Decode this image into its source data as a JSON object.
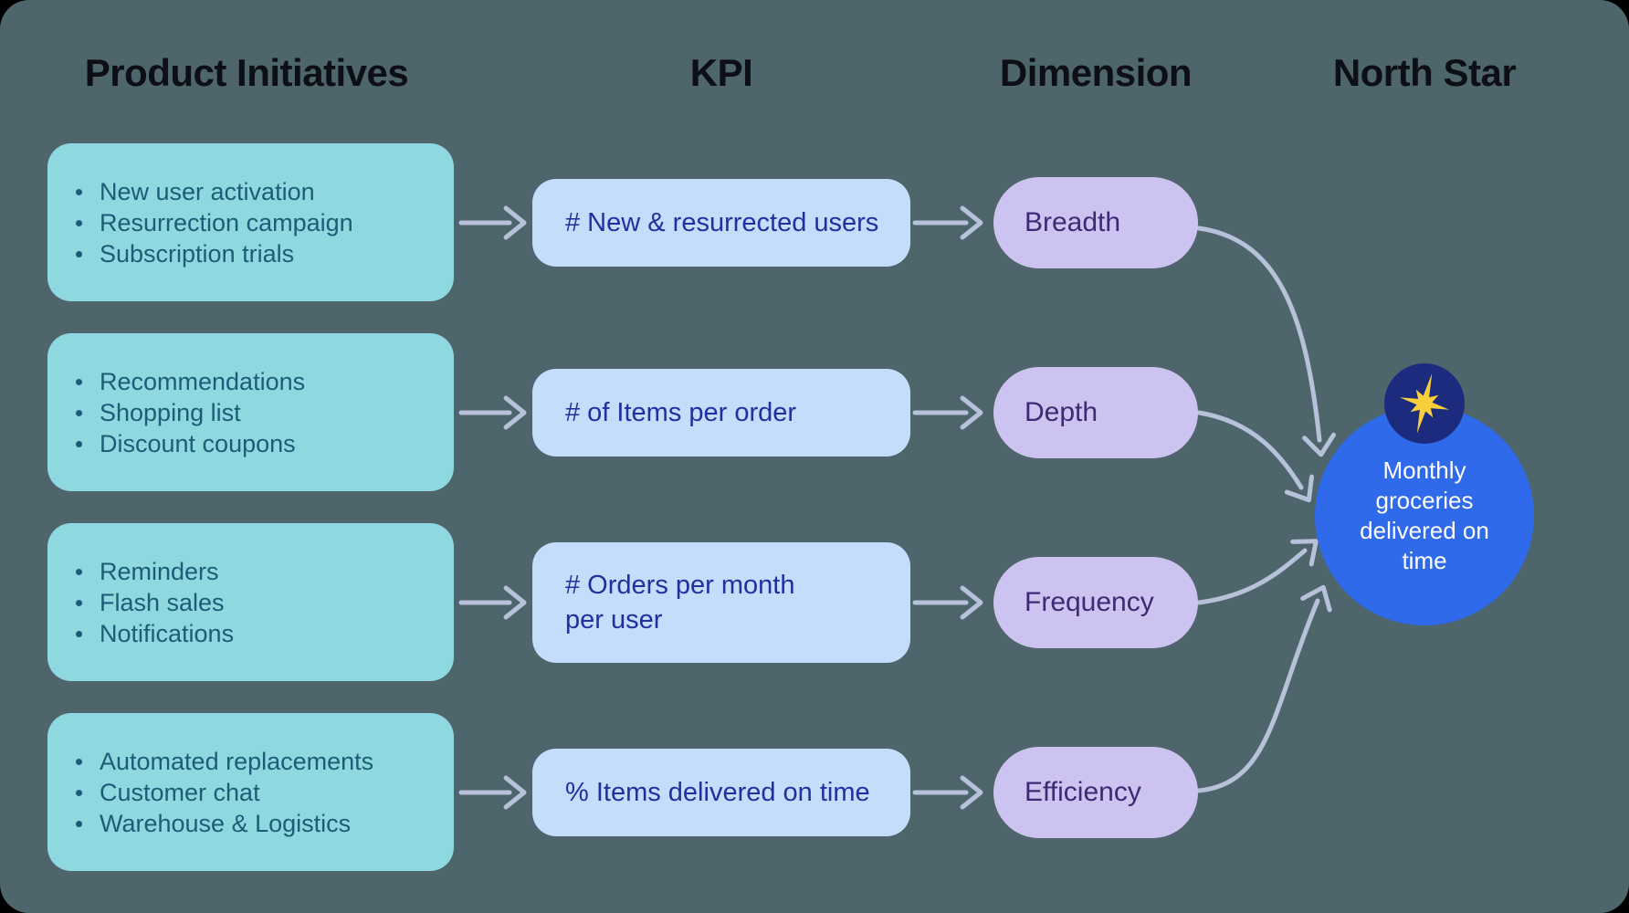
{
  "diagram": {
    "headers": {
      "initiatives": "Product Initiatives",
      "kpi": "KPI",
      "dimension": "Dimension",
      "north_star": "North Star"
    },
    "rows": [
      {
        "initiatives": [
          "New user activation",
          "Resurrection campaign",
          "Subscription trials"
        ],
        "kpi": "# New & resurrected users",
        "dimension": "Breadth"
      },
      {
        "initiatives": [
          "Recommendations",
          "Shopping list",
          "Discount coupons"
        ],
        "kpi": "# of Items per order",
        "dimension": "Depth"
      },
      {
        "initiatives": [
          "Reminders",
          "Flash sales",
          "Notifications"
        ],
        "kpi": "# Orders per month per user",
        "dimension": "Frequency"
      },
      {
        "initiatives": [
          "Automated replacements",
          "Customer chat",
          "Warehouse & Logistics"
        ],
        "kpi": "% Items delivered on time",
        "dimension": "Efficiency"
      }
    ],
    "north_star": {
      "label": "Monthly groceries delivered on time",
      "icon": "eight-point-star-icon"
    },
    "colors": {
      "background": "#4e656b",
      "header_text": "#0d0f16",
      "initiative_box": "#8ed9e0",
      "initiative_text": "#1d5c77",
      "kpi_box": "#c3ddfa",
      "kpi_text": "#21309f",
      "dimension_pill": "#cdc3f1",
      "dimension_text": "#3c2b74",
      "arrow": "#b7c2da",
      "north_star_circle": "#2e6ae9",
      "north_star_badge": "#1c2b7e",
      "star": "#f6cf3b"
    }
  }
}
